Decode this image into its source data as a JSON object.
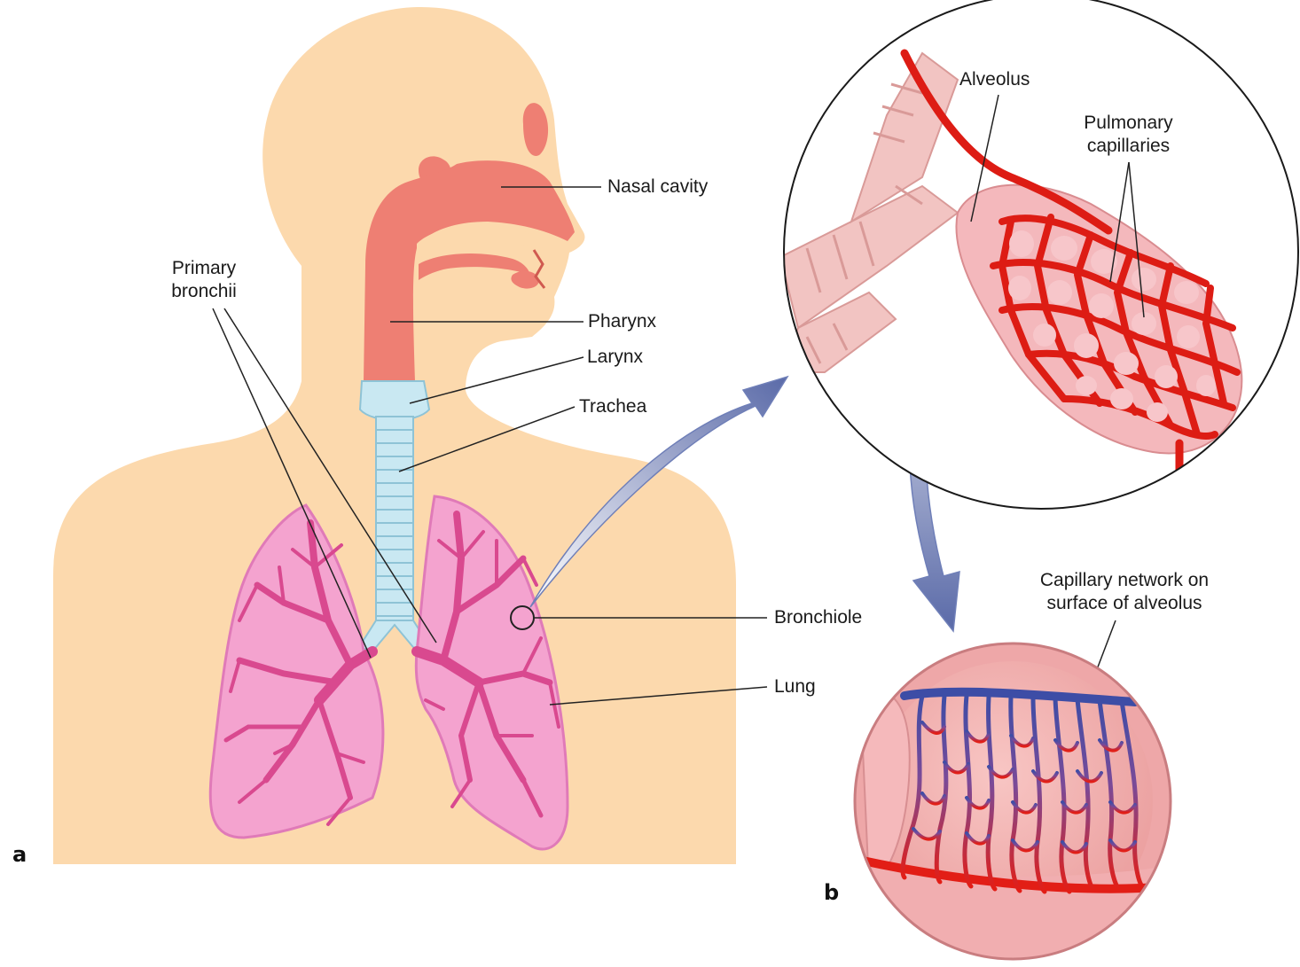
{
  "labels": {
    "nasal_cavity": "Nasal cavity",
    "pharynx": "Pharynx",
    "larynx": "Larynx",
    "trachea": "Trachea",
    "primary_bronchii_1": "Primary",
    "primary_bronchii_2": "bronchii",
    "bronchiole": "Bronchiole",
    "lung": "Lung",
    "alveolus": "Alveolus",
    "pulmonary_capillaries_1": "Pulmonary",
    "pulmonary_capillaries_2": "capillaries",
    "capillary_network_1": "Capillary network on",
    "capillary_network_2": "surface of alveolus"
  },
  "panels": {
    "a": "a",
    "b": "b"
  },
  "colors": {
    "skin": "#fcd9ad",
    "airway": "#ee7f73",
    "trachea": "#c9e8f2",
    "lung": "#f4a3cf",
    "bronchi": "#d9498f",
    "capillary_red": "#dd1c14",
    "capillary_blue": "#3d4da6",
    "arrow": "#6f7fb8"
  }
}
